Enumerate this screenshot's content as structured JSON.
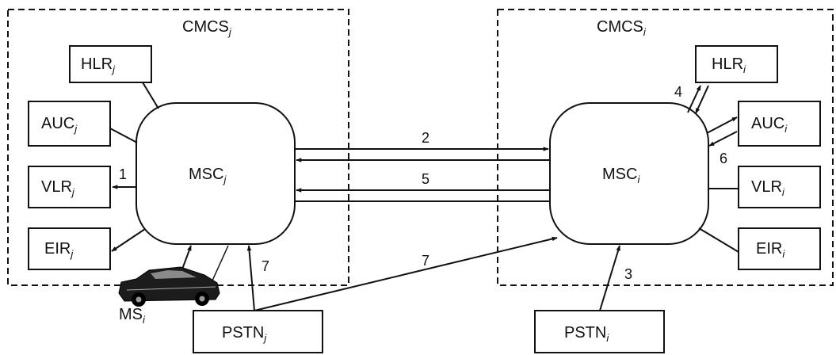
{
  "left_system": {
    "title": "CMCS",
    "title_sub": "j",
    "msc": {
      "main": "MSC",
      "sub": "j"
    },
    "hlr": {
      "main": "HLR",
      "sub": "j"
    },
    "auc": {
      "main": "AUC",
      "sub": "j"
    },
    "vlr": {
      "main": "VLR",
      "sub": "j"
    },
    "eir": {
      "main": "EIR",
      "sub": "j"
    },
    "ms": {
      "main": "MS",
      "sub": "i"
    },
    "pstn": {
      "main": "PSTN",
      "sub": "j"
    }
  },
  "right_system": {
    "title": "CMCS",
    "title_sub": "i",
    "msc": {
      "main": "MSC",
      "sub": "i"
    },
    "hlr": {
      "main": "HLR",
      "sub": "i"
    },
    "auc": {
      "main": "AUC",
      "sub": "i"
    },
    "vlr": {
      "main": "VLR",
      "sub": "i"
    },
    "eir": {
      "main": "EIR",
      "sub": "i"
    },
    "pstn": {
      "main": "PSTN",
      "sub": "i"
    }
  },
  "step_labels": {
    "s1": "1",
    "s2": "2",
    "s3": "3",
    "s4": "4",
    "s5": "5",
    "s6": "6",
    "s7_left": "7",
    "s7_mid": "7"
  },
  "colors": {
    "stroke": "#111111",
    "background": "#ffffff"
  }
}
